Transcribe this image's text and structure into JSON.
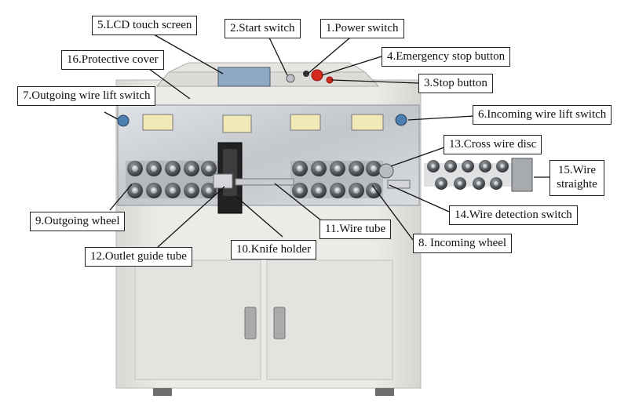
{
  "labels": {
    "lcd_touch_screen": "5.LCD touch screen",
    "start_switch": "2.Start switch",
    "power_switch": "1.Power switch",
    "protective_cover": "16.Protective cover",
    "emergency_stop_button": "4.Emergency stop button",
    "stop_button": "3.Stop button",
    "outgoing_wire_lift_switch": "7.Outgoing wire lift switch",
    "incoming_wire_lift_switch": "6.Incoming wire lift switch",
    "cross_wire_disc": "13.Cross wire disc",
    "wire_straightener_line1": "15.Wire",
    "wire_straightener_line2": "straighte",
    "outgoing_wheel": "9.Outgoing wheel",
    "wire_detection_switch": "14.Wire detection switch",
    "wire_tube": "11.Wire tube",
    "incoming_wheel": "8. Incoming wheel",
    "outlet_guide_tube": "12.Outlet guide tube",
    "knife_holder": "10.Knife holder"
  },
  "colors": {
    "machine_body": "#e9e8e4",
    "panel_steel": "#c9ccd0",
    "emergency_red": "#d42a1e",
    "label_border": "#222222"
  }
}
